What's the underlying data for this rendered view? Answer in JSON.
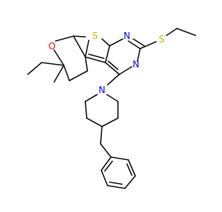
{
  "molecule": {
    "atoms": {
      "sulfur_ring": "S",
      "sulfur_thioether": "S",
      "oxygen": "O",
      "nitrogen_top": "N",
      "nitrogen_right": "N",
      "nitrogen_piperidine": "N"
    },
    "colors": {
      "S": "#c8b400",
      "O": "#ff0000",
      "N": "#0000ff",
      "bond": "#000000",
      "background": "#ffffff"
    }
  }
}
